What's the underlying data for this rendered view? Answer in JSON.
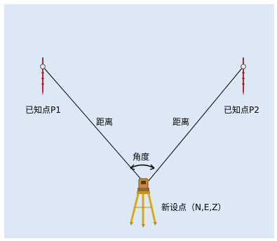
{
  "labels": {
    "p1": "已知点P1",
    "p2": "已知点P2",
    "dist_left": "距离",
    "dist_right": "距离",
    "angle": "角度",
    "station": "新设点（N,E,Z）"
  },
  "colors": {
    "background_panel": "#dce8f5",
    "line": "#000000",
    "prism_pole": "#c0202a",
    "tripod": "#d9a81e",
    "instrument": "#c98a3c"
  },
  "icons": {
    "p1": "prism-pole-icon",
    "p2": "prism-pole-icon",
    "station": "total-station-tripod-icon"
  }
}
